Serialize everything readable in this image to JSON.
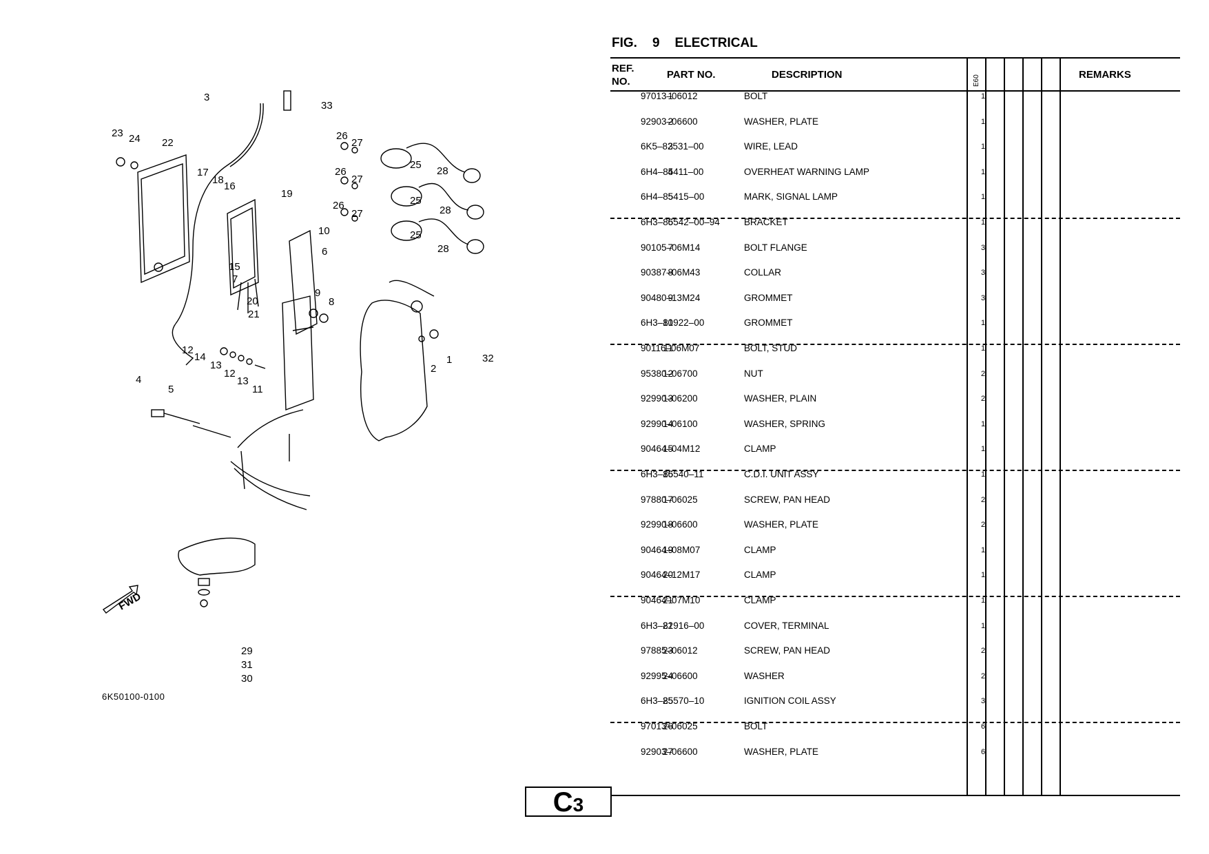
{
  "figure": {
    "fig_label": "FIG.",
    "fig_number": "9",
    "title": "ELECTRICAL"
  },
  "diagram": {
    "code": "6K50100-0100",
    "fwd_label": "FWD",
    "callouts": [
      "1",
      "2",
      "3",
      "4",
      "5",
      "6",
      "7",
      "8",
      "9",
      "10",
      "11",
      "12",
      "12",
      "13",
      "13",
      "14",
      "15",
      "16",
      "17",
      "18",
      "19",
      "20",
      "21",
      "22",
      "23",
      "24",
      "25",
      "25",
      "25",
      "26",
      "26",
      "26",
      "27",
      "27",
      "27",
      "28",
      "28",
      "28",
      "29",
      "30",
      "31",
      "32",
      "33"
    ]
  },
  "table": {
    "headers": {
      "ref": "REF.",
      "no": "NO.",
      "part_no": "PART NO.",
      "description": "DESCRIPTION",
      "model": "E60",
      "remarks": "REMARKS"
    },
    "rows": [
      {
        "ref": "1",
        "part": "97013–06012",
        "desc": "BOLT",
        "qty": "1"
      },
      {
        "ref": "2",
        "part": "92903–06600",
        "desc": "WASHER, PLATE",
        "qty": "1"
      },
      {
        "ref": "3",
        "part": "6K5–82531–00",
        "desc": "WIRE, LEAD",
        "qty": "1"
      },
      {
        "ref": "4",
        "part": "6H4–85411–00",
        "desc": "OVERHEAT WARNING LAMP",
        "qty": "1"
      },
      {
        "ref": "5",
        "part": "6H4–85415–00",
        "desc": "MARK, SIGNAL LAMP",
        "qty": "1"
      },
      {
        "ref": "6",
        "part": "6H3–85542–00–94",
        "desc": "BRACKET",
        "qty": "1"
      },
      {
        "ref": "7",
        "part": "90105–06M14",
        "desc": "BOLT FLANGE",
        "qty": "3"
      },
      {
        "ref": "8",
        "part": "90387–06M43",
        "desc": "COLLAR",
        "qty": "3"
      },
      {
        "ref": "9",
        "part": "90480–13M24",
        "desc": "GROMMET",
        "qty": "3"
      },
      {
        "ref": "10",
        "part": "6H3–81922–00",
        "desc": "GROMMET",
        "qty": "1"
      },
      {
        "ref": "11",
        "part": "90116–06M07",
        "desc": "BOLT, STUD",
        "qty": "1"
      },
      {
        "ref": "12",
        "part": "95380–06700",
        "desc": "NUT",
        "qty": "2"
      },
      {
        "ref": "13",
        "part": "92990–06200",
        "desc": "WASHER, PLAIN",
        "qty": "2"
      },
      {
        "ref": "14",
        "part": "92990–06100",
        "desc": "WASHER, SPRING",
        "qty": "1"
      },
      {
        "ref": "15",
        "part": "90464–04M12",
        "desc": "CLAMP",
        "qty": "1"
      },
      {
        "ref": "16",
        "part": "6H3–85540–11",
        "desc": "C.D.I. UNIT ASSY",
        "qty": "1"
      },
      {
        "ref": "17",
        "part": "97880–06025",
        "desc": "SCREW, PAN HEAD",
        "qty": "2"
      },
      {
        "ref": "18",
        "part": "92990–06600",
        "desc": "WASHER, PLATE",
        "qty": "2"
      },
      {
        "ref": "19",
        "part": "90464–08M07",
        "desc": "CLAMP",
        "qty": "1"
      },
      {
        "ref": "20",
        "part": "90464–12M17",
        "desc": "CLAMP",
        "qty": "1"
      },
      {
        "ref": "21",
        "part": "90464–07M10",
        "desc": "CLAMP",
        "qty": "1"
      },
      {
        "ref": "22",
        "part": "6H3–81916–00",
        "desc": "COVER, TERMINAL",
        "qty": "1"
      },
      {
        "ref": "23",
        "part": "97885–06012",
        "desc": "SCREW, PAN HEAD",
        "qty": "2"
      },
      {
        "ref": "24",
        "part": "92995–06600",
        "desc": "WASHER",
        "qty": "2"
      },
      {
        "ref": "25",
        "part": "6H3–85570–10",
        "desc": "IGNITION COIL ASSY",
        "qty": "3"
      },
      {
        "ref": "26",
        "part": "97013–06025",
        "desc": "BOLT",
        "qty": "6"
      },
      {
        "ref": "27",
        "part": "92903–06600",
        "desc": "WASHER, PLATE",
        "qty": "6"
      }
    ]
  },
  "page": {
    "letter": "C",
    "number": "3"
  }
}
